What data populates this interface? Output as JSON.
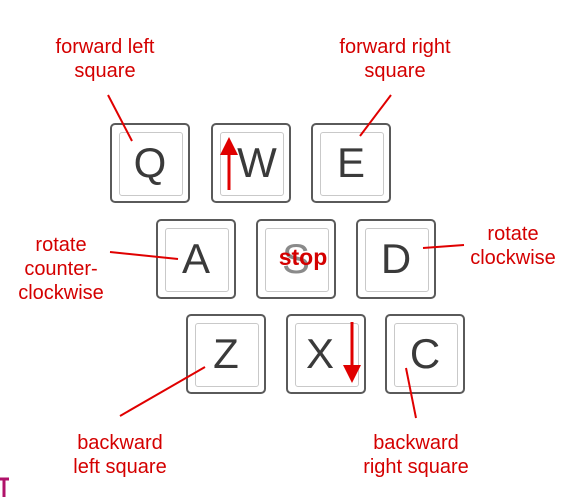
{
  "keys": {
    "q": "Q",
    "w": "W",
    "e": "E",
    "a": "A",
    "s": "S",
    "d": "D",
    "z": "Z",
    "x": "X",
    "c": "C"
  },
  "labels": {
    "forward_left": [
      "forward left",
      "square"
    ],
    "forward_right": [
      "forward right",
      "square"
    ],
    "rotate_ccw": [
      "rotate",
      "counter-",
      "clockwise"
    ],
    "rotate_cw": [
      "rotate",
      "clockwise"
    ],
    "backward_left": [
      "backward",
      "left square"
    ],
    "backward_right": [
      "backward",
      "right square"
    ],
    "stop": "stop"
  },
  "colors": {
    "annotation": "#d40000",
    "key_border": "#5a5a5a",
    "key_text": "#3a3a3a"
  }
}
